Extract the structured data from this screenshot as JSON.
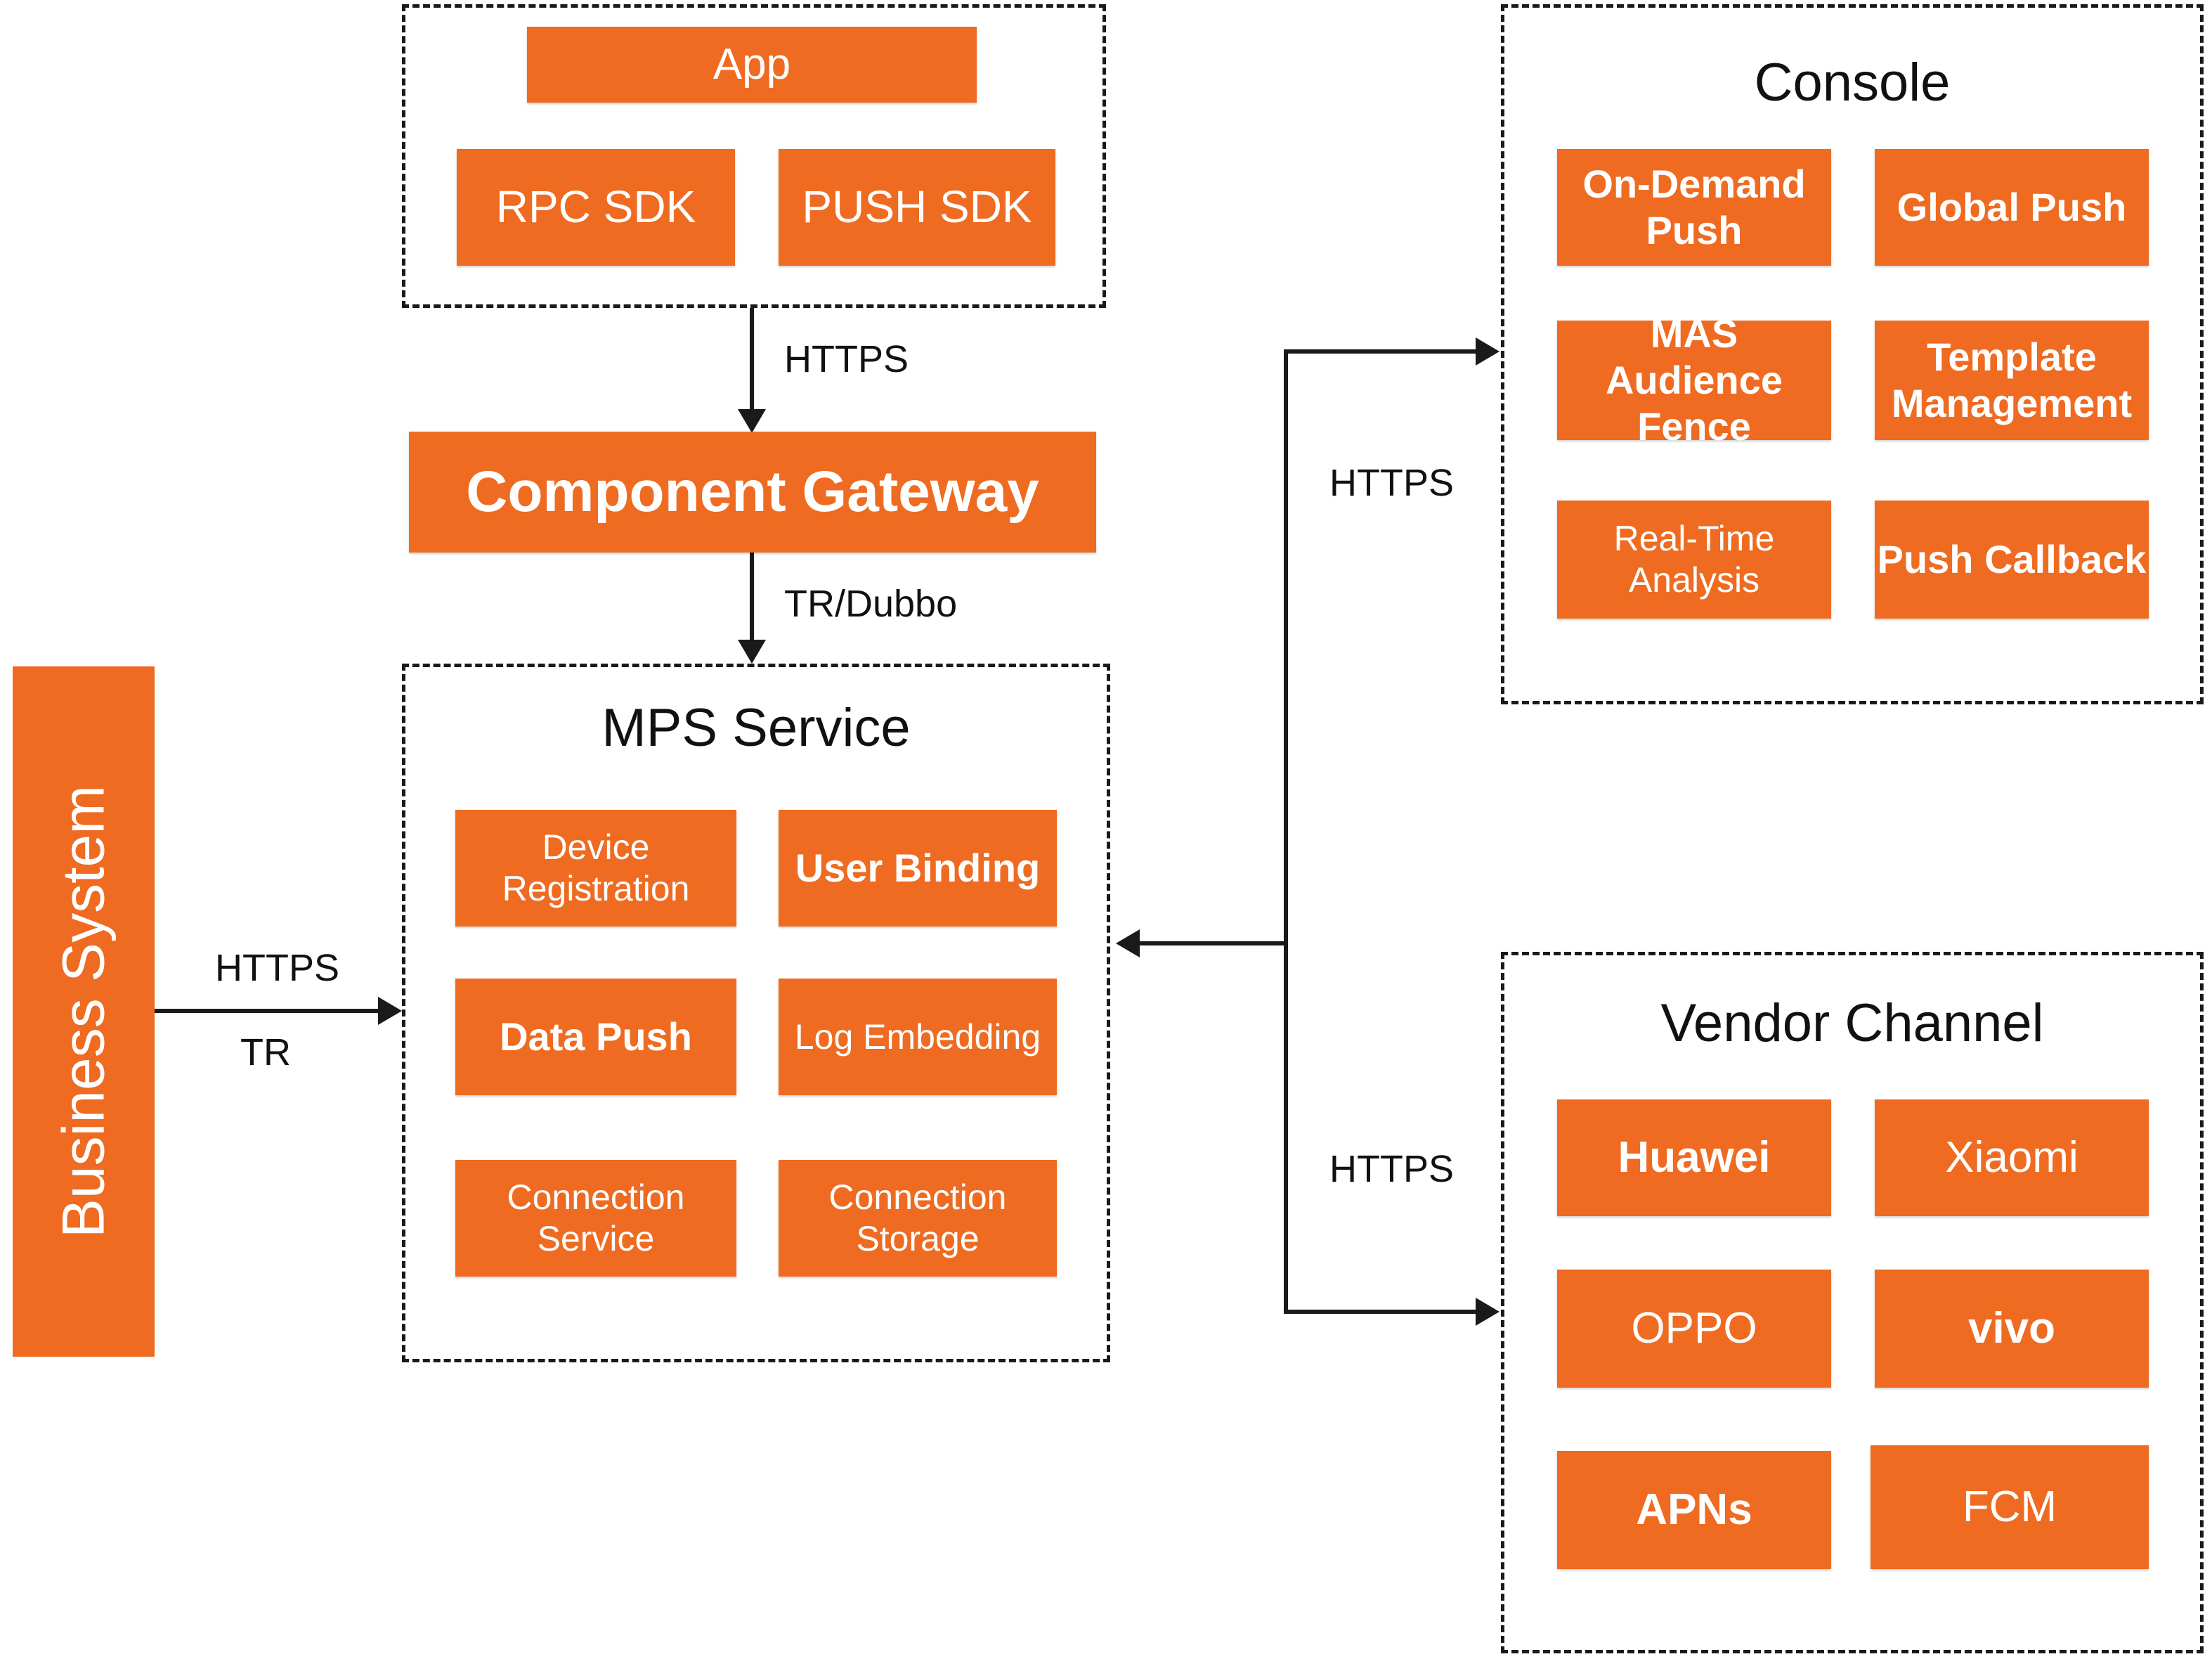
{
  "colors": {
    "box_fill": "#ee6b21",
    "box_text": "#ffffff",
    "line": "#1a1a1a",
    "background": "#ffffff"
  },
  "client": {
    "app": "App",
    "rpc_sdk": "RPC SDK",
    "push_sdk": "PUSH SDK"
  },
  "gateway": {
    "label": "Component Gateway"
  },
  "mps": {
    "title": "MPS Service",
    "items": [
      "Device\nRegistration",
      "User Binding",
      "Data Push",
      "Log Embedding",
      "Connection\nService",
      "Connection\nStorage"
    ]
  },
  "business_system": {
    "label": "Business System"
  },
  "console": {
    "title": "Console",
    "items": [
      "On-Demand\nPush",
      "Global Push",
      "MAS\nAudience Fence",
      "Template\nManagement",
      "Real-Time\nAnalysis",
      "Push Callback"
    ]
  },
  "vendor": {
    "title": "Vendor Channel",
    "items": [
      "Huawei",
      "Xiaomi",
      "OPPO",
      "vivo",
      "APNs",
      "FCM"
    ]
  },
  "connections": {
    "app_to_gateway": "HTTPS",
    "gateway_to_mps": "TR/Dubbo",
    "business_https": "HTTPS",
    "business_tr": "TR",
    "mps_to_console": "HTTPS",
    "mps_to_vendor": "HTTPS"
  }
}
